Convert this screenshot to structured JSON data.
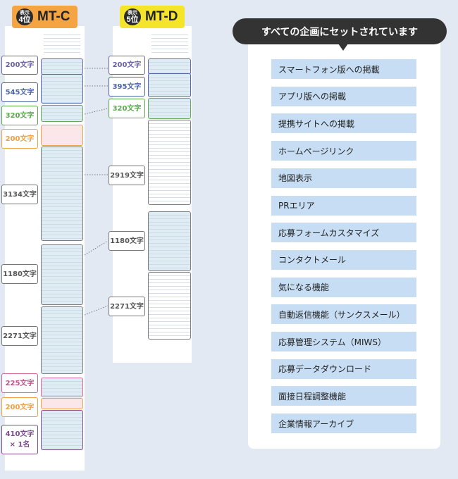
{
  "mtc": {
    "badge_top": "表示",
    "badge_rank": "4位",
    "name": "MT-C",
    "color": "#f5a443",
    "labels": [
      "200文字",
      "545文字",
      "320文字",
      "200文字",
      "3134文字",
      "1180文字",
      "2271文字",
      "225文字",
      "200文字",
      "410文字\n× 1名"
    ]
  },
  "mtd": {
    "badge_top": "表示",
    "badge_rank": "5位",
    "name": "MT-D",
    "color": "#f5e52a",
    "labels": [
      "200文字",
      "395文字",
      "320文字",
      "2919文字",
      "1180文字",
      "2271文字"
    ]
  },
  "panel": {
    "title": "すべての企画にセットされています",
    "items": [
      "スマートフォン版への掲載",
      "アプリ版への掲載",
      "提携サイトへの掲載",
      "ホームページリンク",
      "地図表示",
      "PRエリア",
      "応募フォームカスタマイズ",
      "コンタクトメール",
      "気になる機能",
      "自動返信機能（サンクスメール）",
      "応募管理システム（MIWS）",
      "応募データダウンロード",
      "面接日程調整機能",
      "企業情報アーカイブ"
    ]
  }
}
